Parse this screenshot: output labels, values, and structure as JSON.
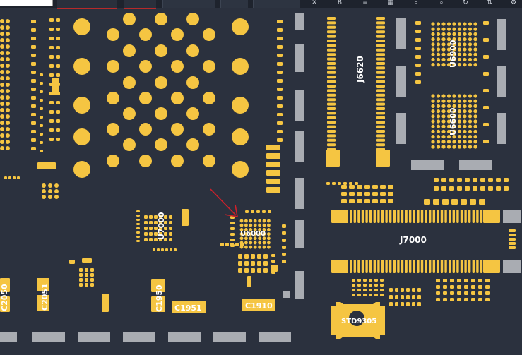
{
  "toolbar": {
    "icons": [
      "pin-icon",
      "b-icon",
      "layers-icon",
      "grid-icon",
      "zoom-in-icon",
      "zoom-out-icon",
      "rotate-icon",
      "flip-icon",
      "settings-icon"
    ]
  },
  "board": {
    "colors": {
      "background": "#2b313e",
      "pad": "#f5c542",
      "connector": "#a9acb2",
      "arrow": "#d0202a",
      "label": "#ffffff"
    },
    "components": {
      "j6620": "J6620",
      "u6900": "U6900",
      "u6600": "U6600",
      "u7000": "U7000",
      "u6000": "U6000",
      "j7000": "J7000",
      "c2050": "C2050",
      "c2051": "C2051",
      "c1950": "C1950",
      "c1951": "C1951",
      "c1910": "C1910",
      "std9305": "STD9305"
    }
  }
}
